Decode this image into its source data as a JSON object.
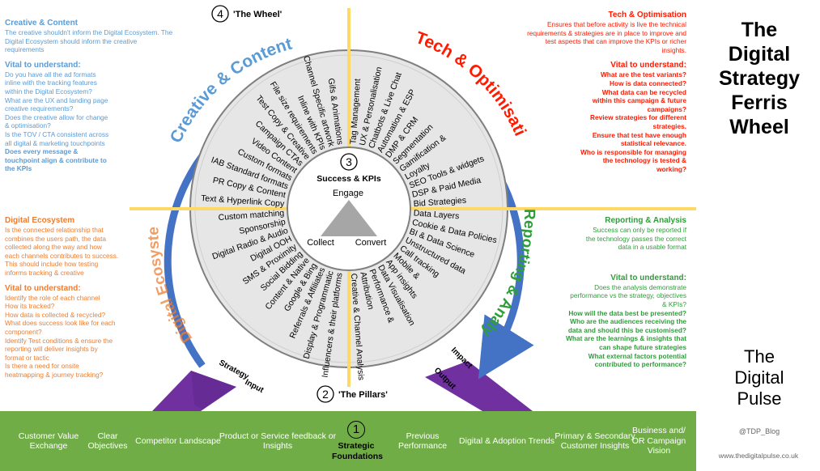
{
  "colors": {
    "blue": "#4472c4",
    "light_blue": "#5b9bd5",
    "red": "#ff1a00",
    "green": "#2e9e3a",
    "orange": "#ed7d31",
    "yellow": "#ffd966",
    "purple": "#7030a0",
    "foundation": "#70ad47",
    "wheel": "#e7e6e6",
    "hub": "#a6a6a6"
  },
  "labels": {
    "wheel": "'The Wheel'",
    "wheel_num": "4",
    "pillars": "'The Pillars'",
    "pillars_num": "2",
    "hub_num": "3",
    "hub_title": "Success & KPIs",
    "engage": "Engage",
    "collect": "Collect",
    "convert": "Convert",
    "strategy": "Strategy",
    "input": "Input",
    "impact": "Impact",
    "output": "Output",
    "creative_arc": "Creative & Content",
    "tech_arc": "Tech & Optimisation",
    "reporting_arc": "Reporting & Analysis",
    "ecosystem_arc": "Digital Ecosystem"
  },
  "creative_panel": {
    "title": "Creative & Content",
    "desc": [
      "The creative shouldn't inform the Digital Ecosystem. The",
      "Digital Ecosystem should inform the creative",
      "requirements"
    ],
    "vital_title": "Vital to understand:",
    "items": [
      "Do you have all the ad formats",
      "inline with the tracking features",
      "within the Digital Ecosystem?",
      "What are the UX and landing page",
      "creative requirements?",
      "Does the creative allow for change",
      "& optimisation?",
      "Is the TOV / CTA consistent across",
      "all digital & marketing touchpoints"
    ],
    "bold_items": [
      "Does every message &",
      "touchpoint align & contribute to",
      "the KPIs"
    ]
  },
  "ecosystem_panel": {
    "title": "Digital Ecosystem",
    "desc": [
      "Is the connected relationship that",
      "combines the users path, the data",
      "collected along the way and how",
      "each channels contributes to success.",
      "This should include how testing",
      "informs tracking & creative"
    ],
    "vital_title": "Vital to understand:",
    "items": [
      "Identify the role of each channel",
      "How its tracked?",
      "How data is collected & recycled?",
      "What does success look like for each",
      "component?",
      "Identify Test conditions & ensure the",
      "reporting will deliver insights by",
      "format or tactic",
      "Is there a need for onsite",
      "heatmapping & journey tracking?"
    ]
  },
  "tech_panel": {
    "title": "Tech & Optimisation",
    "desc": [
      "Ensures that before activity is live the technical",
      "requirements & strategies are in place to improve and",
      "test aspects that can improve the KPIs or richer",
      "insights."
    ],
    "vital_title": "Vital to understand:",
    "items": [
      "What are the test variants?",
      "How is data connected?",
      "What data can be recycled",
      "within this campaign & future",
      "campaigns?",
      "Review strategies for different",
      "strategies.",
      "Ensure that test have enough",
      "statistical relevance.",
      "Who is responsible for managing",
      "the technology is tested &",
      "working?"
    ]
  },
  "reporting_panel": {
    "title": "Reporting & Analysis",
    "desc": [
      "Success can only be reported if",
      "the technology passes the correct",
      "data in a usable format"
    ],
    "vital_title": "Vital to understand:",
    "items": [
      "Does the analysis demonstrate",
      "performance vs the strategy, objectives",
      "& KPIs?"
    ],
    "bold_items": [
      "How will the data best be presented?",
      "Who are the audiences receiving the",
      "data and should this be customised?",
      "What are the learnings & insights that",
      "can shape future strategies",
      "What external factors potential",
      "contributed to performance?"
    ]
  },
  "title_lines": [
    "The",
    "Digital",
    "Strategy",
    "Ferris",
    "Wheel"
  ],
  "brand_lines": [
    "The",
    "Digital",
    "Pulse"
  ],
  "handle": "@TDP_Blog",
  "url": "www.thedigitalpulse.co.uk",
  "quadrant_ul": [
    "Text & Hyperlink Copy",
    "PR Copy & Content",
    "IAB Standard formats",
    "Custom formats",
    "Video Content",
    "Campaign CTAs",
    "Test Copy & Creative",
    "File size requirements",
    "Inline with KPIs",
    "Channel Specific artwork",
    "Gifs & Animations"
  ],
  "quadrant_ur": [
    "Tag Management",
    "UX & Personalisation",
    "Chatbots & Live Chat",
    "Automation & ESP",
    "DMP & CRM",
    "Segmentation",
    "Gamification &",
    "Loyalty",
    "SEO Tools & widgets",
    "DSP & Paid Media",
    "Bid Strategies"
  ],
  "quadrant_ll": [
    "Custom matching",
    "Sponsorship",
    "Digital Radio & Audio",
    "Digital OOH",
    "SMS & Proximity",
    "Social Bidding",
    "Content & Native",
    "Google & Bing",
    "Referrals & Affiliates",
    "Display & Programmatic",
    "Influencers & their platforms"
  ],
  "quadrant_lr": [
    "Data Layers",
    "Cookie & Data Policies",
    "BI & Data Science",
    "Unstructured data",
    "Call tracking",
    "Mobile &",
    "App insights",
    "Data Visualisation",
    "Performance &",
    "Attribution",
    "Creative & Channel Analysis"
  ],
  "foundations": [
    {
      "label": "Customer Value Exchange"
    },
    {
      "label": "Clear Objectives"
    },
    {
      "label": "Competitor Landscape"
    },
    {
      "label": "Product or Service feedback or Insights"
    },
    {
      "label": "Strategic Foundations",
      "num": "1"
    },
    {
      "label": "Previous Performance"
    },
    {
      "label": "Digital & Adoption Trends"
    },
    {
      "label": "Primary & Secondary Customer Insights"
    },
    {
      "label": "Business and/ OR Campaign Vision"
    }
  ]
}
